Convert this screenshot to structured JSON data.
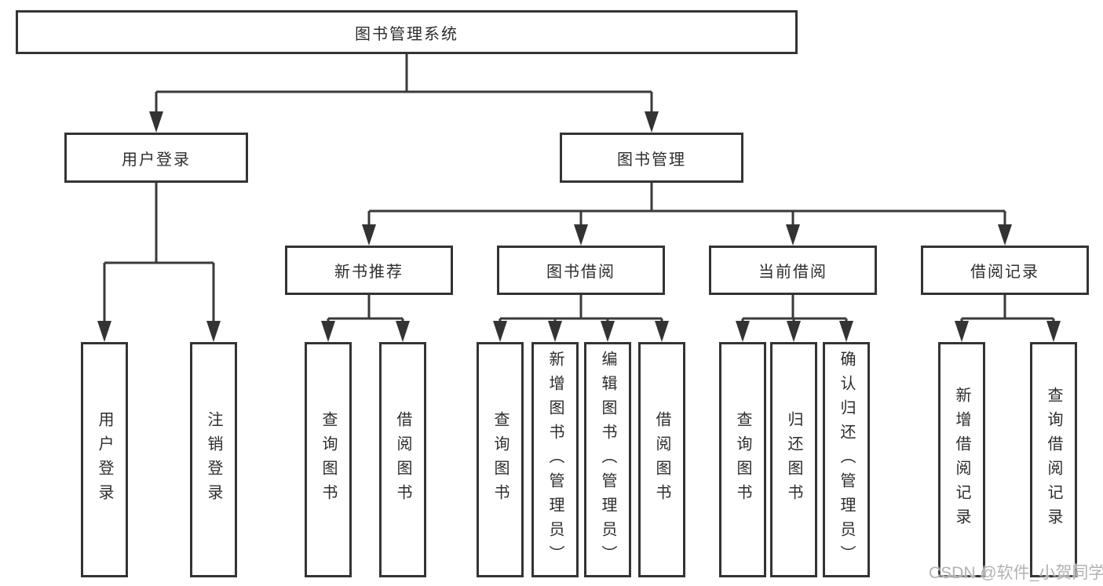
{
  "diagram": {
    "root": {
      "label": "图书管理系统"
    },
    "branches": [
      {
        "label": "用户登录",
        "children": [
          {
            "label": "用户登录"
          },
          {
            "label": "注销登录"
          }
        ]
      },
      {
        "label": "图书管理",
        "children": [
          {
            "label": "新书推荐",
            "children": [
              {
                "label": "查询图书"
              },
              {
                "label": "借阅图书"
              }
            ]
          },
          {
            "label": "图书借阅",
            "children": [
              {
                "label": "查询图书"
              },
              {
                "label": "新增图书（管理员）"
              },
              {
                "label": "编辑图书（管理员）"
              },
              {
                "label": "借阅图书"
              }
            ]
          },
          {
            "label": "当前借阅",
            "children": [
              {
                "label": "查询图书"
              },
              {
                "label": "归还图书"
              },
              {
                "label": "确认归还（管理员）"
              }
            ]
          },
          {
            "label": "借阅记录",
            "children": [
              {
                "label": "新增借阅记录"
              },
              {
                "label": "查询借阅记录"
              }
            ]
          }
        ]
      }
    ]
  },
  "watermark": {
    "text": "CSDN @软件_小贺同学"
  },
  "colors": {
    "line": "#3a3a3a",
    "border": "#343434",
    "text": "#2d2d2d",
    "watermark": "#b2b2b2",
    "background": "#ffffff"
  }
}
